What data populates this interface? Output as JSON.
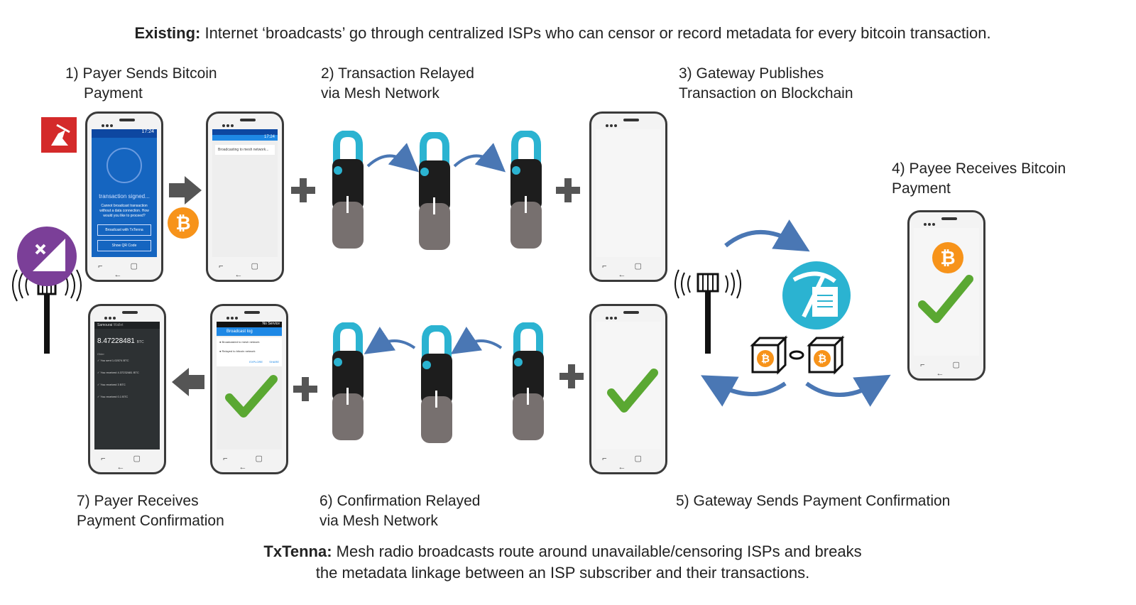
{
  "header": {
    "bold": "Existing:",
    "text": " Internet ‘broadcasts’ go through centralized ISPs who can censor or record metadata for every bitcoin transaction."
  },
  "steps": {
    "s1": [
      "1) Payer Sends Bitcoin",
      "Payment"
    ],
    "s2": [
      "2) Transaction Relayed",
      "via Mesh Network"
    ],
    "s3": [
      "3) Gateway Publishes",
      "Transaction on Blockchain"
    ],
    "s4": [
      "4) Payee Receives Bitcoin",
      "Payment"
    ],
    "s5": "5) Gateway Sends Payment Confirmation",
    "s6": [
      "6) Confirmation Relayed",
      "via Mesh Network"
    ],
    "s7": [
      "7) Payer Receives",
      "Payment Confirmation"
    ]
  },
  "footer": {
    "bold": "TxTenna:",
    "line1": " Mesh radio broadcasts route around unavailable/censoring ISPs and breaks",
    "line2": "the metadata linkage between an ISP subscriber and their transactions."
  },
  "phone1": {
    "status": "17:24",
    "signing": "transaction signed...",
    "message": "Cannot broadcast transaction without a data connection. How would you like to proceed?",
    "btn1": "Broadcast with TxTenna",
    "btn2": "Show QR Code"
  },
  "phone2": {
    "status": "17:24",
    "row": "Broadcasting to mesh network..."
  },
  "phone6": {
    "status": "No Service",
    "title": "Broadcast log",
    "row1": "Broadcasted to mesh network",
    "row2": "Relayed to bitcoin network",
    "link1": "EXPLORE",
    "link2": "SHARE"
  },
  "phone7": {
    "app": "Samourai",
    "mode": "Wallet",
    "balance": "8.47228481",
    "unit": "BTC",
    "section": "Older",
    "tx": [
      "You sent 1.02074 BTC",
      "You received 4.37232481 BTC",
      "You received 3 BTC",
      "You received 0.1 BTC"
    ]
  },
  "icons": {
    "bitcoin": "₿",
    "nav": "⌐ ▢ ←"
  },
  "colors": {
    "teal": "#2bb3d1",
    "arrow": "#4a77b4",
    "check": "#5aa832",
    "bitcoin": "#f7931a",
    "purple": "#7b3f98",
    "samourai_red": "#d42a2a",
    "wallet_blue": "#1565c0"
  }
}
